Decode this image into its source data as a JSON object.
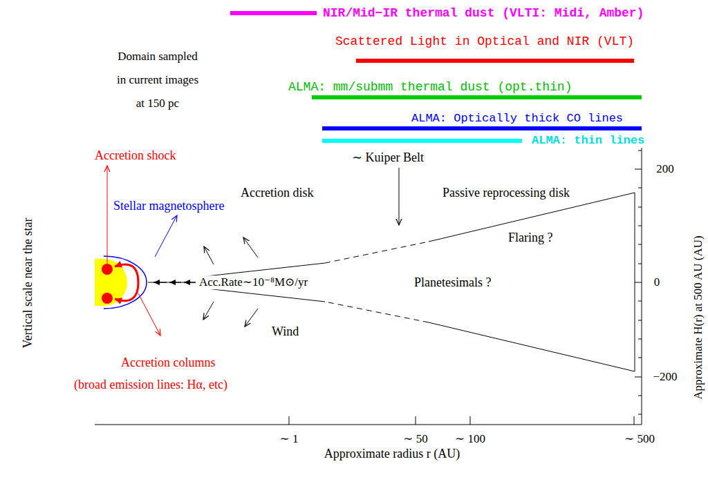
{
  "diagram": {
    "labels": [
      "NIR/Mid−IR thermal dust (VLTI: Midi, Amber)",
      "Scattered Light in Optical and NIR (VLT)",
      "ALMA: mm/submm thermal dust (opt.thin)",
      "ALMA: Optically thick CO lines",
      "ALMA: thin lines",
      "Domain sampled in current images at 150 pc",
      "Accretion shock",
      "Stellar magnetosphere",
      "∼ Kuiper Belt",
      "Accretion disk",
      "Passive reprocessing disk",
      "Flaring ?",
      "Acc.Rate∼10⁻⁸M⊙/yr",
      "Planetesimals ?",
      "Wind",
      "Accretion columns",
      "(broad emission lines: Hα, etc)",
      "Vertical scale near the star",
      "Approximate H(r) at 500 AU (AU)",
      "200",
      "0",
      "−200",
      "∼ 1",
      "∼ 50",
      "∼ 100",
      "∼ 500",
      "Approximate radius r (AU)"
    ]
  }
}
